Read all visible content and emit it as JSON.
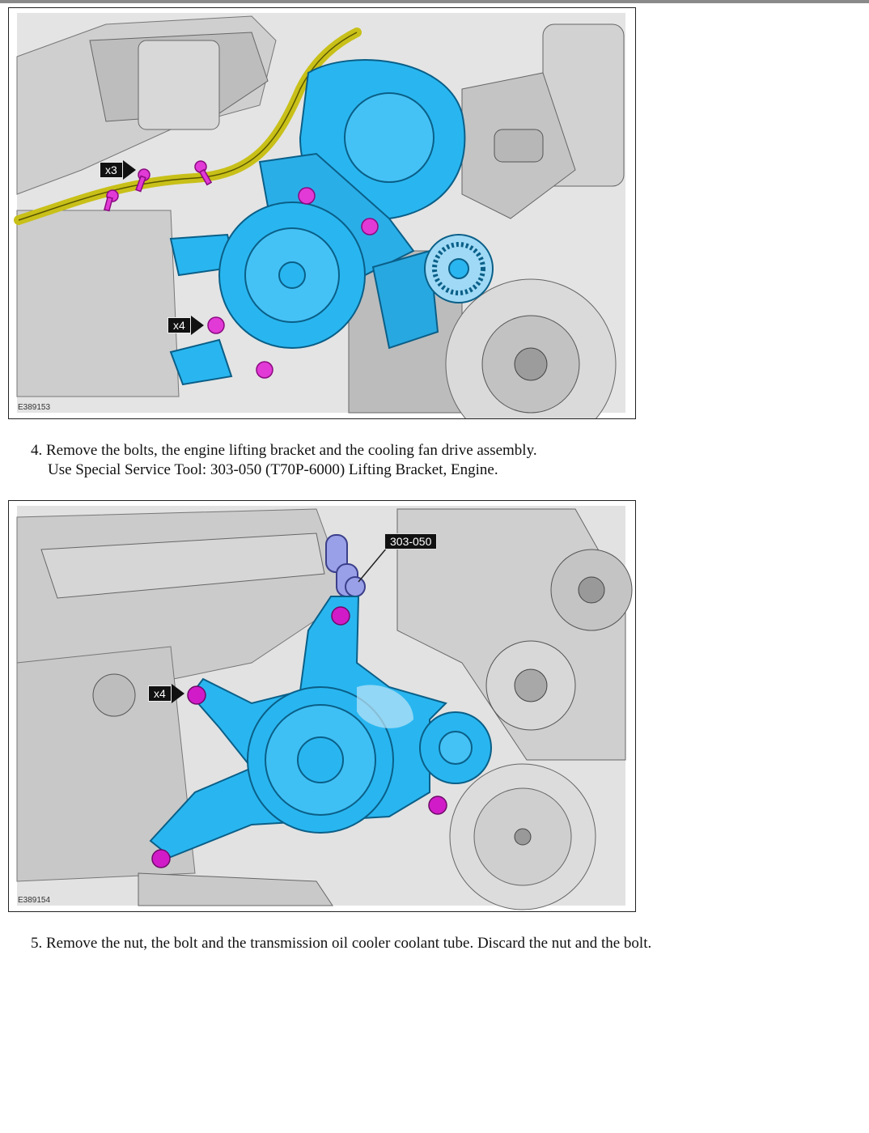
{
  "figures": [
    {
      "id": "E389153",
      "callouts": [
        {
          "label": "x3"
        },
        {
          "label": "x4"
        }
      ],
      "colors": {
        "highlight": "#29b6f0",
        "bolt": "#e23ad6",
        "harness": "#c8c018",
        "engine": "#c9c9c9"
      }
    },
    {
      "id": "E389154",
      "callouts": [
        {
          "label": "x4"
        }
      ],
      "tool_label": "303-050",
      "colors": {
        "highlight": "#29b6f0",
        "bolt": "#d11bc8",
        "tool": "#9aa0e8",
        "engine": "#c9c9c9"
      }
    }
  ],
  "steps": [
    {
      "text": "4. Remove the bolts, the engine lifting bracket and the cooling fan drive assembly.",
      "sub": "Use Special Service Tool: 303-050 (T70P-6000)  Lifting Bracket, Engine."
    },
    {
      "text": "5. Remove the nut, the bolt and the transmission oil cooler coolant tube. Discard the nut and the bolt."
    }
  ]
}
